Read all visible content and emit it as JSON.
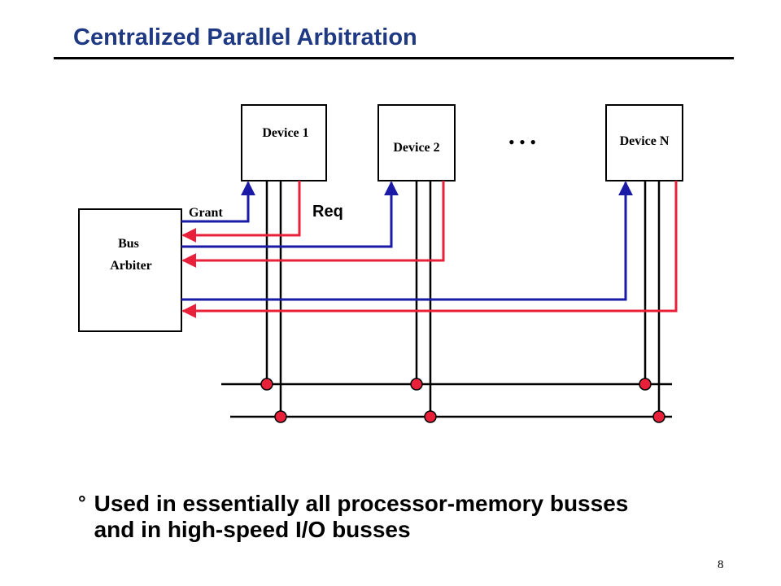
{
  "slide": {
    "title": "Centralized Parallel Arbitration",
    "page_number": "8"
  },
  "diagram": {
    "devices": [
      "Device 1",
      "Device 2",
      "Device N"
    ],
    "ellipsis": "•   •   •",
    "arbiter": {
      "line1": "Bus",
      "line2": "Arbiter"
    },
    "grant_label": "Grant",
    "req_label": "Req",
    "colors": {
      "grant": "#1a1aa6",
      "req": "#e8203a",
      "bus": "#000000",
      "dot": "#e8203a"
    }
  },
  "bullet": {
    "marker": "°",
    "text_line1": "Used in essentially all processor-memory busses",
    "text_line2": "and in high-speed I/O busses"
  }
}
